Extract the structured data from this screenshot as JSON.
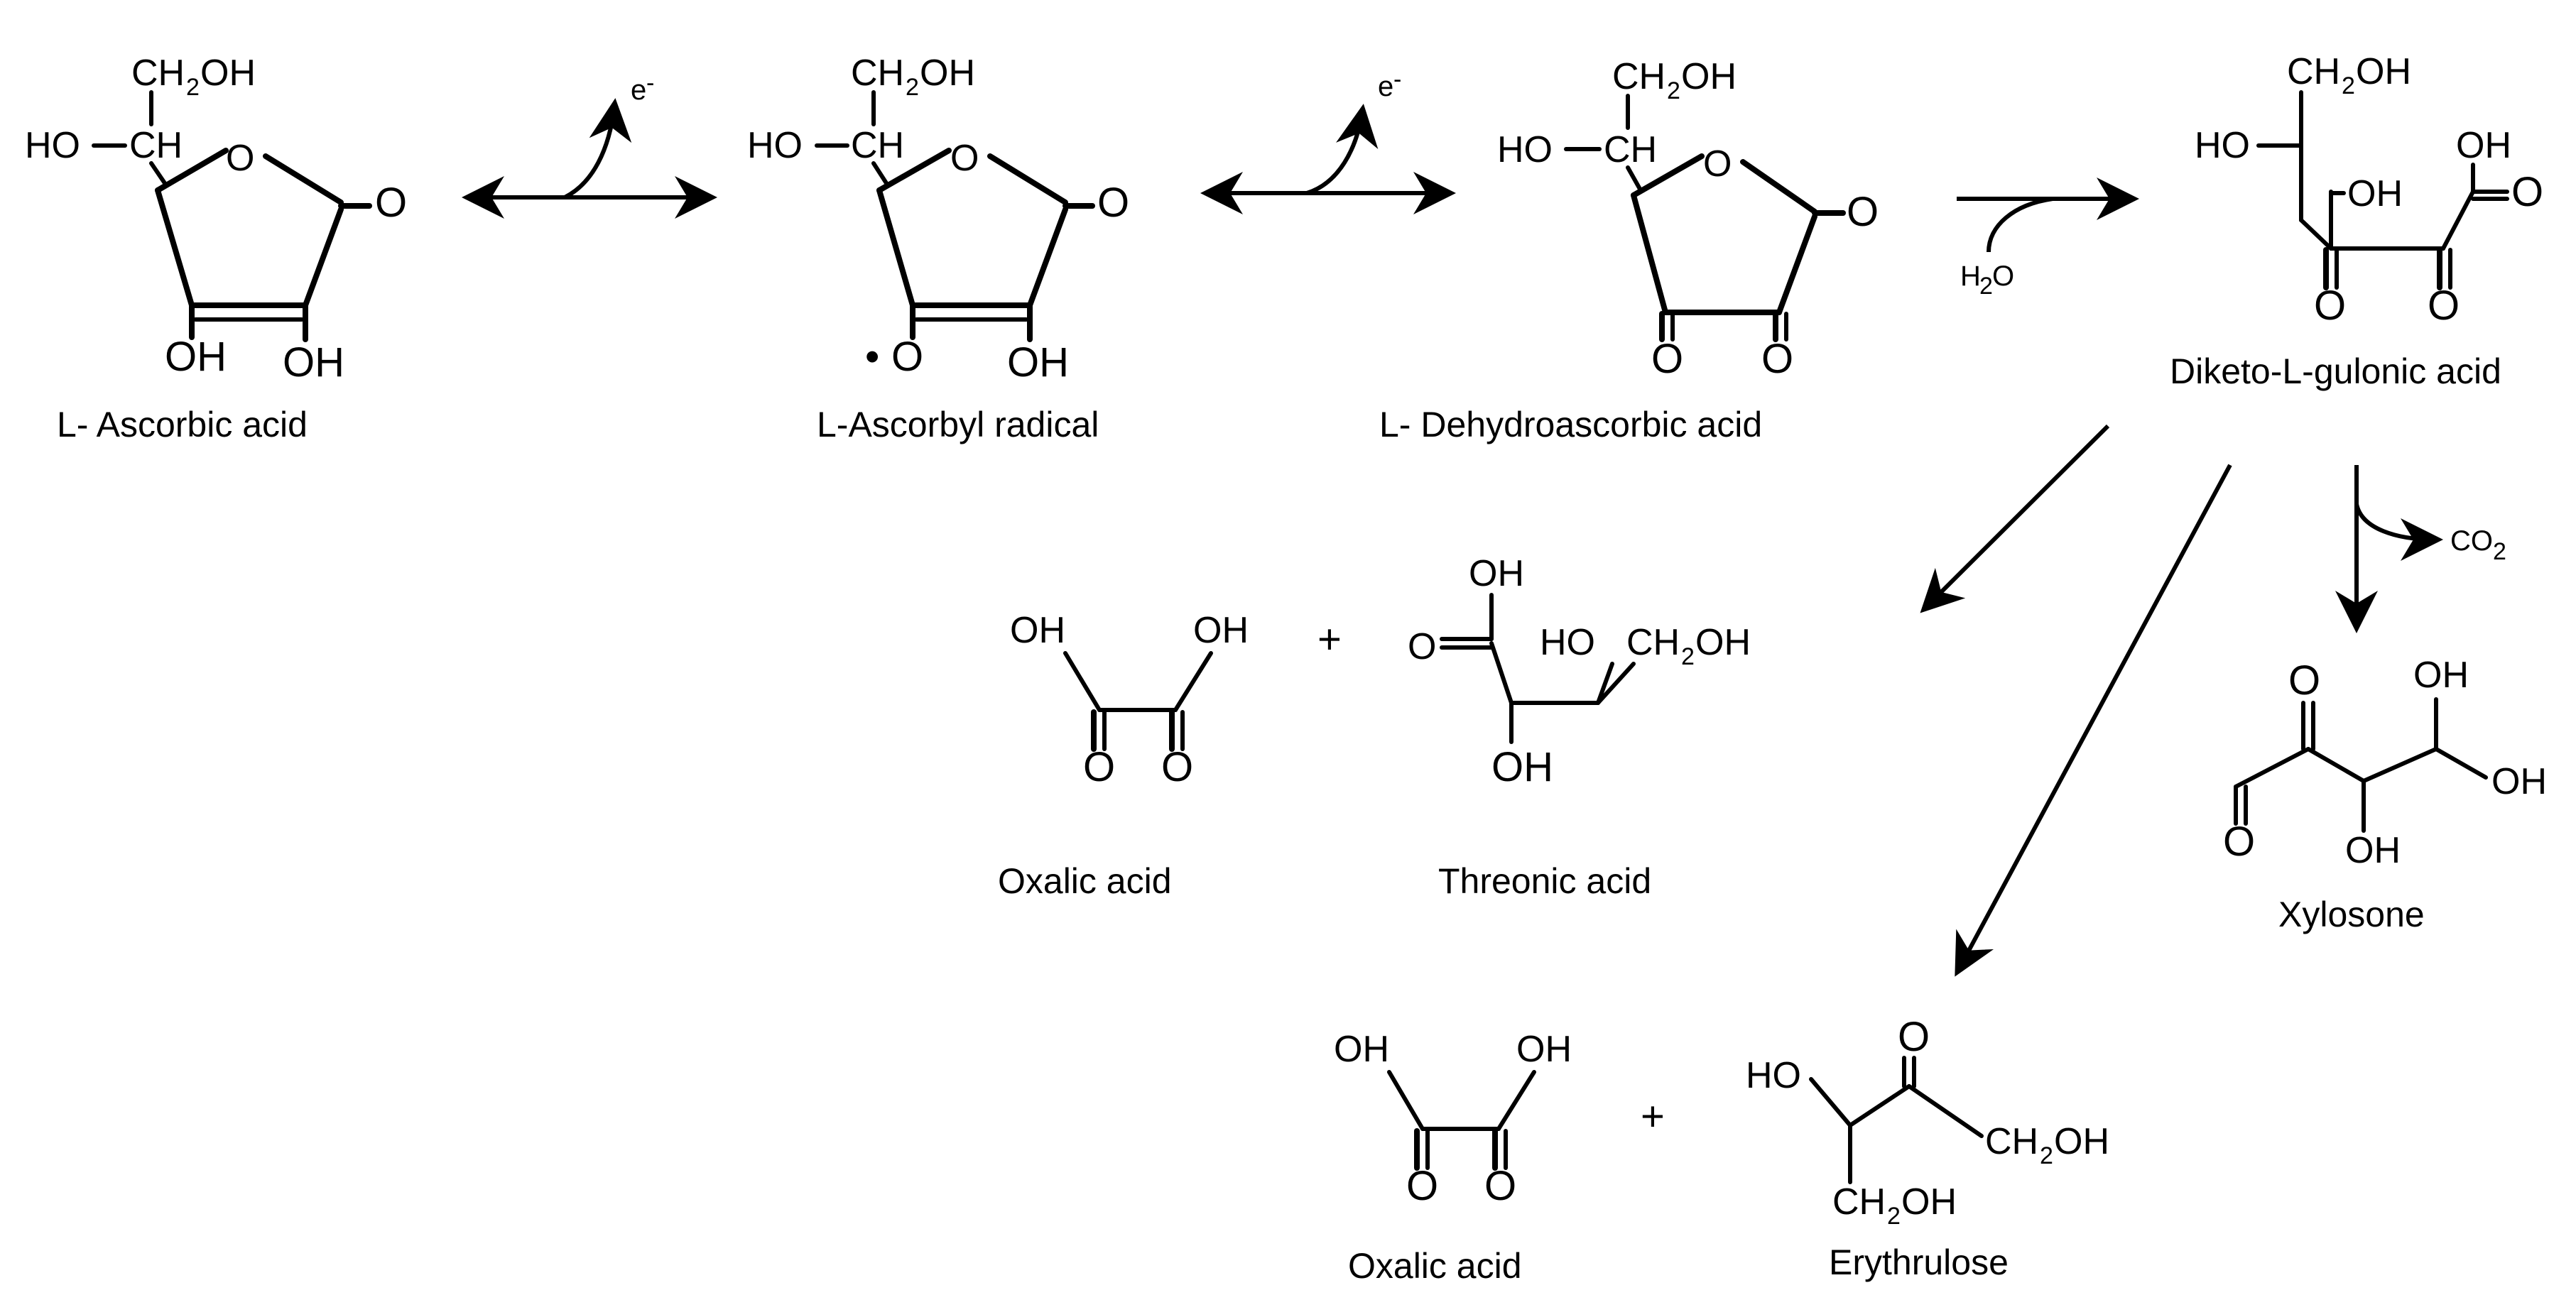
{
  "molecules": {
    "ascorbic_acid": {
      "name": "L- Ascorbic acid",
      "ch2": "CH",
      "ch2_sub": "2",
      "oh_tail": "OH",
      "ho_left": "HO",
      "ch": "CH",
      "ring_o": "O",
      "carbonyl_o": "O",
      "oh_bottom_left": "OH",
      "oh_bottom_right": "OH"
    },
    "ascorbyl_radical": {
      "name": "L-Ascorbyl radical",
      "ch2": "CH",
      "ch2_sub": "2",
      "oh_tail": "OH",
      "ho_left": "HO",
      "ch": "CH",
      "ring_o": "O",
      "carbonyl_o": "O",
      "radical_dot": "•",
      "radical_o": "O",
      "oh_bottom_right": "OH"
    },
    "dehydroascorbic_acid": {
      "name": "L- Dehydroascorbic acid",
      "ch2": "CH",
      "ch2_sub": "2",
      "oh_tail": "OH",
      "ho_left": "HO",
      "ch": "CH",
      "ring_o": "O",
      "carbonyl_o": "O",
      "keto_o_left": "O",
      "keto_o_right": "O"
    },
    "diketo_gulonic_acid": {
      "name": "Diketo-L-gulonic acid",
      "ch2": "CH",
      "ch2_sub": "2",
      "oh_tail": "OH",
      "ho_left": "HO",
      "oh_mid": "OH",
      "acid_oh": "OH",
      "acid_o": "O",
      "keto_o_left": "O",
      "keto_o_right": "O"
    },
    "oxalic_acid_1": {
      "name": "Oxalic acid",
      "oh_left": "OH",
      "oh_right": "OH",
      "o_left": "O",
      "o_right": "O"
    },
    "threonic_acid": {
      "name": "Threonic acid",
      "acid_oh": "OH",
      "acid_o": "O",
      "ho": "HO",
      "ch2": "CH",
      "ch2_sub": "2",
      "oh_tail": "OH",
      "oh_bottom": "OH"
    },
    "xylosone": {
      "name": "Xylosone",
      "keto_o": "O",
      "oh_top": "OH",
      "oh_right": "OH",
      "aldehyde_o": "O",
      "oh_bottom": "OH"
    },
    "oxalic_acid_2": {
      "name": "Oxalic acid",
      "oh_left": "OH",
      "oh_right": "OH",
      "o_left": "O",
      "o_right": "O"
    },
    "erythrulose": {
      "name": "Erythrulose",
      "ho": "HO",
      "keto_o": "O",
      "ch2_right": "CH",
      "ch2_right_sub": "2",
      "oh_right": "OH",
      "ch2_bottom": "CH",
      "ch2_bottom_sub": "2",
      "oh_bottom": "OH"
    }
  },
  "reagents": {
    "electron_1": "e",
    "electron_1_sup": "-",
    "electron_2": "e",
    "electron_2_sup": "-",
    "water": "H",
    "water_sub": "2",
    "water_o": "O",
    "co2": "CO",
    "co2_sub": "2"
  },
  "plus_signs": [
    "+",
    "+"
  ]
}
